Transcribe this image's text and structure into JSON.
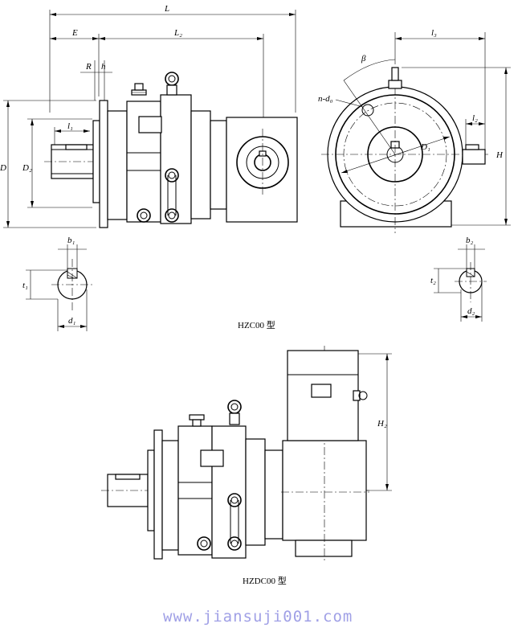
{
  "diagram": {
    "top_view": {
      "caption": "HZC00 型",
      "dimension_labels": {
        "L": "L",
        "E": "E",
        "L2": "L₂",
        "R": "R",
        "h": "h",
        "l1": "l₁",
        "D": "D",
        "D2": "D₂",
        "l3": "l₃",
        "beta": "β",
        "nd0": "n-d₀",
        "D1": "D₁",
        "l2": "l₂",
        "H": "H"
      },
      "shaft_sections": {
        "left": {
          "b": "b₁",
          "t": "t₁",
          "d": "d₁"
        },
        "right": {
          "b": "b₂",
          "t": "t₂",
          "d": "d₂"
        }
      }
    },
    "bottom_view": {
      "caption": "HZDC00 型",
      "dimension_labels": {
        "H2": "H₂"
      }
    }
  },
  "watermark": "www.jiansuji001.com",
  "colors": {
    "line": "#000000",
    "watermark": "#a0a0e6",
    "background": "#ffffff"
  }
}
